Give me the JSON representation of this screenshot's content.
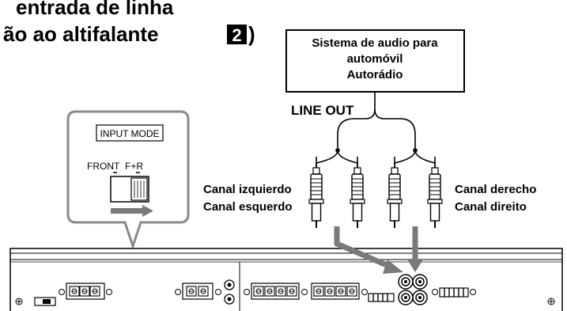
{
  "heading": {
    "line1": "entrada de linha",
    "line2_text": "ão ao altifalante",
    "step_number": "2",
    "line2_end": ")"
  },
  "source_box": {
    "line1": "Sistema de audio para",
    "line2": "automóvil",
    "line3": "Autorádio"
  },
  "line_out_label": "LINE OUT",
  "callout": {
    "title": "INPUT MODE",
    "option_front": "FRONT",
    "option_fr": "F+R"
  },
  "left_channel": {
    "es": "Canal izquierdo",
    "pt": "Canal esquerdo"
  },
  "right_channel": {
    "es": "Canal derecho",
    "pt": "Canal direito"
  },
  "colors": {
    "arrow_gray": "#7a7a7a",
    "line_black": "#000000",
    "background": "#ffffff"
  }
}
